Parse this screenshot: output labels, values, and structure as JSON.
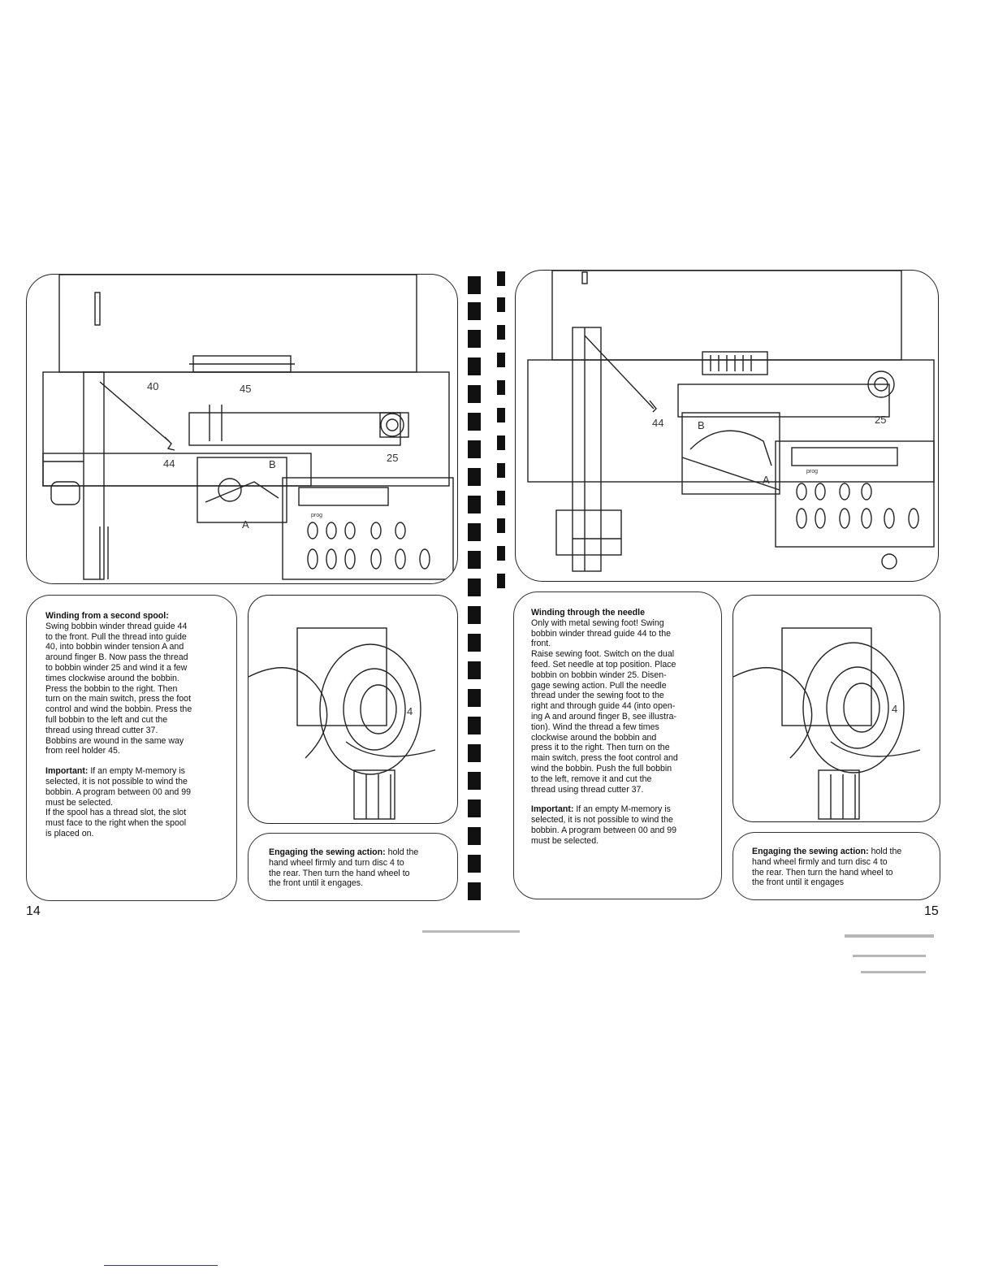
{
  "left_page": {
    "page_number": "14",
    "figure_labels": {
      "guide": "40",
      "reel_holder": "45",
      "winder": "25",
      "thread_guide": "44",
      "finger": "B",
      "tension": "A",
      "prog": "prog"
    },
    "section_title": "Winding from a second spool:",
    "section_body": "Swing bobbin winder thread guide 44\nto the front. Pull the thread into guide\n40, into bobbin winder tension A and\naround finger B. Now pass the thread\nto bobbin winder 25 and wind it a few\ntimes clockwise around the bobbin.\nPress the bobbin to the right. Then\nturn on the main switch, press the foot\ncontrol and wind the bobbin. Press the\nfull bobbin to the left and cut the\nthread using thread cutter 37.\nBobbins are wound in the same way\nfrom reel holder 45.",
    "important_label": "Important:",
    "important_body": " If an empty M-memory is\nselected, it is not possible to wind the\nbobbin. A program between 00 and 99\nmust be selected.\nIf the spool has a thread slot, the slot\nmust face to the right when the spool\nis placed on.",
    "disc_label": "4",
    "engage_label": "Engaging the sewing action:",
    "engage_body": " hold the\nhand wheel firmly and turn disc 4 to\nthe rear. Then turn the hand wheel to\nthe front until it engages."
  },
  "right_page": {
    "page_number": "15",
    "figure_labels": {
      "thread_guide": "44",
      "finger": "B",
      "tension": "A",
      "winder": "25",
      "prog": "prog"
    },
    "section_title": "Winding through the needle",
    "section_body": "Only with metal sewing foot! Swing\nbobbin winder thread guide 44 to the\nfront.\nRaise sewing foot. Switch on the dual\nfeed. Set needle at top position. Place\nbobbin on bobbin winder 25. Disen-\ngage sewing action. Pull the needle\nthread under the sewing foot to the\nright and through guide 44 (into open-\ning A and around finger B, see illustra-\ntion). Wind the thread a few times\nclockwise around the bobbin and\npress it to the right. Then turn on the\nmain switch, press the foot control and\nwind the bobbin. Push the full bobbin\nto the left, remove it and cut the\nthread using thread cutter 37.",
    "important_label": "Important:",
    "important_body": " If an empty M-memory is\nselected, it is not possible to wind the\nbobbin. A program between 00 and 99\nmust be selected.",
    "disc_label": "4",
    "engage_label": "Engaging the sewing action:",
    "engage_body": " hold the\nhand wheel firmly and turn disc 4 to\nthe rear. Then turn the hand wheel to\nthe front until it engages"
  }
}
